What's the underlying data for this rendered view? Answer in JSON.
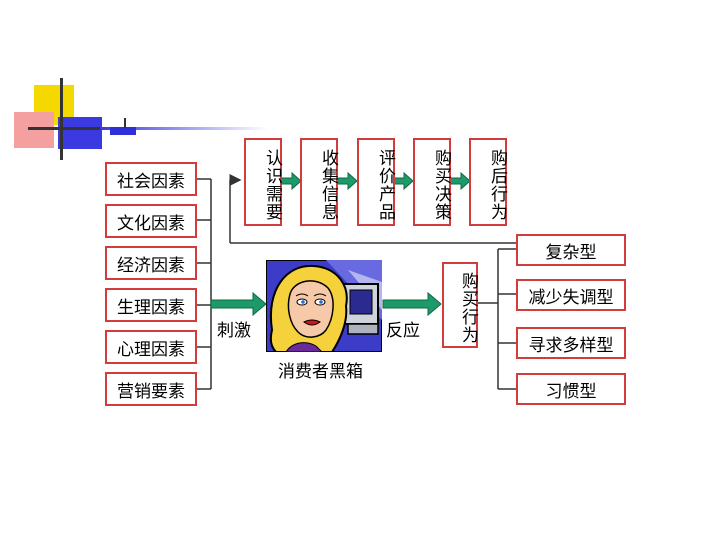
{
  "factors": [
    "社会因素",
    "文化因素",
    "经济因素",
    "生理因素",
    "心理因素",
    "营销要素"
  ],
  "process_steps": [
    "认识需要",
    "收集信息",
    "评价产品",
    "购买决策",
    "购后行为"
  ],
  "stimulus_label": "刺激",
  "blackbox_label": "消费者黑箱",
  "response_label": "反应",
  "purchase_behavior": "购买行为",
  "behavior_types": [
    "复杂型",
    "减少失调型",
    "寻求多样型",
    "习惯型"
  ],
  "colors": {
    "box_border": "#d23c3c",
    "arrow": "#1e9a6a",
    "deco_yellow": "#f5d800",
    "deco_blue": "#2f2fd8",
    "deco_pink": "#f08080"
  }
}
